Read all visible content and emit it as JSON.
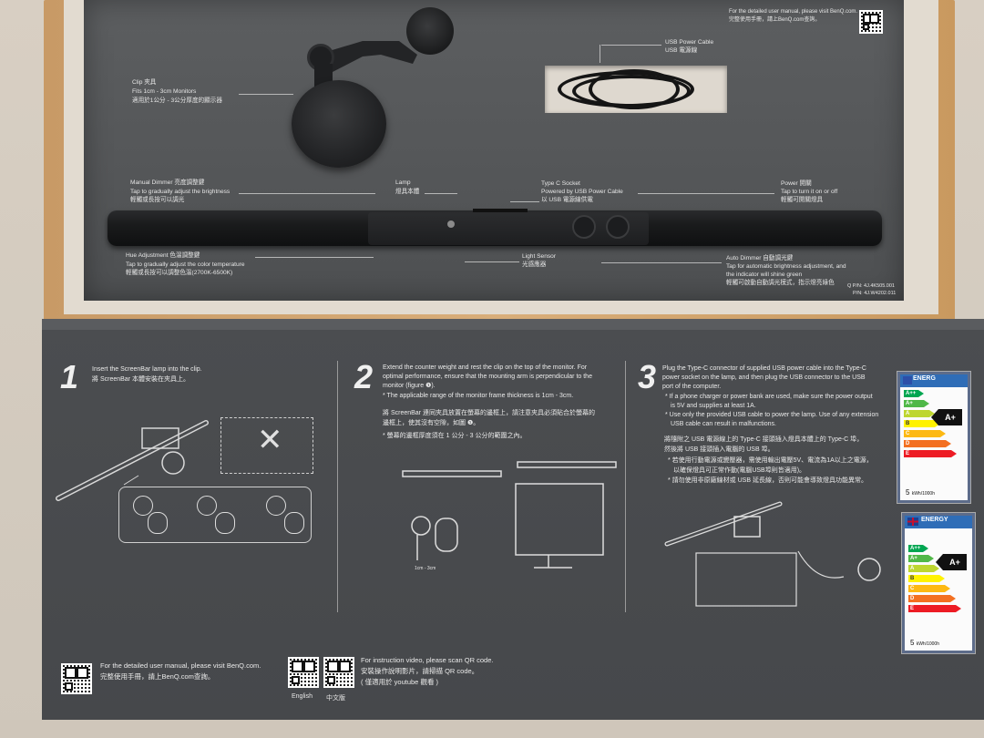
{
  "lid": {
    "manual_en": "For the detailed user manual, please visit BenQ.com.",
    "manual_zh": "完整使用手冊，請上BenQ.com查詢。",
    "usb_cable_en": "USB Power Cable",
    "usb_cable_zh": "USB 電源線",
    "clip_title": "Clip 夾具",
    "clip_fit": "Fits 1cm - 3cm Monitors",
    "clip_zh": "適用於1公分 - 3公分厚度的顯示器",
    "dimmer_title": "Manual Dimmer 亮度調整鍵",
    "dimmer_en": "Tap to gradually adjust the brightness",
    "dimmer_zh": "輕觸或長按可以調光",
    "lamp_en": "Lamp",
    "lamp_zh": "燈具本體",
    "typec_title": "Type C Socket",
    "typec_en": "Powered by USB Power Cable",
    "typec_zh": "以 USB 電源線供電",
    "power_title": "Power 開關",
    "power_en": "Tap to turn it on or off",
    "power_zh": "輕觸可開關燈具",
    "hue_title": "Hue Adjustment  色溫調整鍵",
    "hue_en": "Tap to gradually adjust the color temperature",
    "hue_zh": "輕觸或長按可以調整色溫(2700K-6500K)",
    "light_sensor_en": "Light Sensor",
    "light_sensor_zh": "光感應器",
    "auto_title": "Auto Dimmer 自動調光鍵",
    "auto_en_1": "Tap for automatic brightness adjustment, and",
    "auto_en_2": "the indicator will shine green",
    "auto_zh": "輕觸可啟動自動調光模式，指示燈亮綠色",
    "qpn": "Q P/N: 4J.4K505.001",
    "pn": "P/N: 4J.W4202.011"
  },
  "steps": [
    {
      "num": "1",
      "en": "Insert the ScreenBar lamp into the clip.",
      "zh": "將 ScreenBar 本體安裝在夾具上。"
    },
    {
      "num": "2",
      "en_1": "Extend the counter weight and rest the clip on the top of the monitor. For",
      "en_2": "optimal performance, ensure that the mounting arm is perpendicular to the",
      "en_3": "monitor (figure ❶).",
      "note_en": "* The applicable range of the monitor frame thickness is 1cm - 3cm.",
      "zh_1": "將 ScreenBar 連同夾具放置在螢幕的邊框上，請注意夾具必須貼合於螢幕的",
      "zh_2": "邊框上，使其沒有空隙，如圖 ❶。",
      "note_zh": "* 螢幕的邊框厚度須在 1 公分 - 3 公分的範圍之內。",
      "range": "1cm - 3cm"
    },
    {
      "num": "3",
      "en_1": "Plug the Type-C connector of supplied USB power cable into the Type-C",
      "en_2": "power socket on the lamp, and then plug the USB connector to the USB",
      "en_3": "port of the computer.",
      "note1_1": "* If a phone charger or power bank are used, make sure the power output",
      "note1_2": "is 5V and supplies at least 1A.",
      "note2_1": "* Use only the provided USB cable to power the lamp. Use of any extension",
      "note2_2": "USB cable can result in malfunctions.",
      "zh_1": "將隨附之 USB 電源線上的 Type-C 接頭插入燈具本體上的 Type-C 埠，",
      "zh_2": "然後將 USB 接頭插入電腦的 USB 埠。",
      "zhn1_1": "* 若使用行動電源或變壓器，需使用輸出電壓5V、電流為1A以上之電源，",
      "zhn1_2": "以確保燈具可正常作動(電腦USB埠則皆適用)。",
      "zhn2": "* 請勿使用非原廠線材或 USB 延長線，否則可能會導致燈具功能異常。"
    }
  ],
  "footer": {
    "manual_en": "For the detailed user manual, please visit BenQ.com.",
    "manual_zh": "完整使用手冊，請上BenQ.com查詢。",
    "video_en": "For instruction video, please scan QR code.",
    "video_zh_1": "安裝操作說明影片，請掃描 QR code。",
    "video_zh_2": "( 僅適用於 youtube 觀看 )",
    "qr_label_en": "English",
    "qr_label_zh": "中文版"
  },
  "energy_labels": [
    {
      "word": "ENERG",
      "rating": "A+",
      "kwh": "5",
      "unit": "kWh/1000h"
    },
    {
      "word": "ENERGY",
      "rating": "A+",
      "kwh": "5",
      "unit": "kWh/1000h"
    }
  ],
  "energy_classes": [
    "A++",
    "A+",
    "A",
    "B",
    "C",
    "D",
    "E"
  ],
  "colors": {
    "box_cardboard": "#c89a66",
    "tray_grey": "#56585a",
    "sleeve_grey": "#47494c",
    "lamp_black": "#1a1b1c"
  }
}
